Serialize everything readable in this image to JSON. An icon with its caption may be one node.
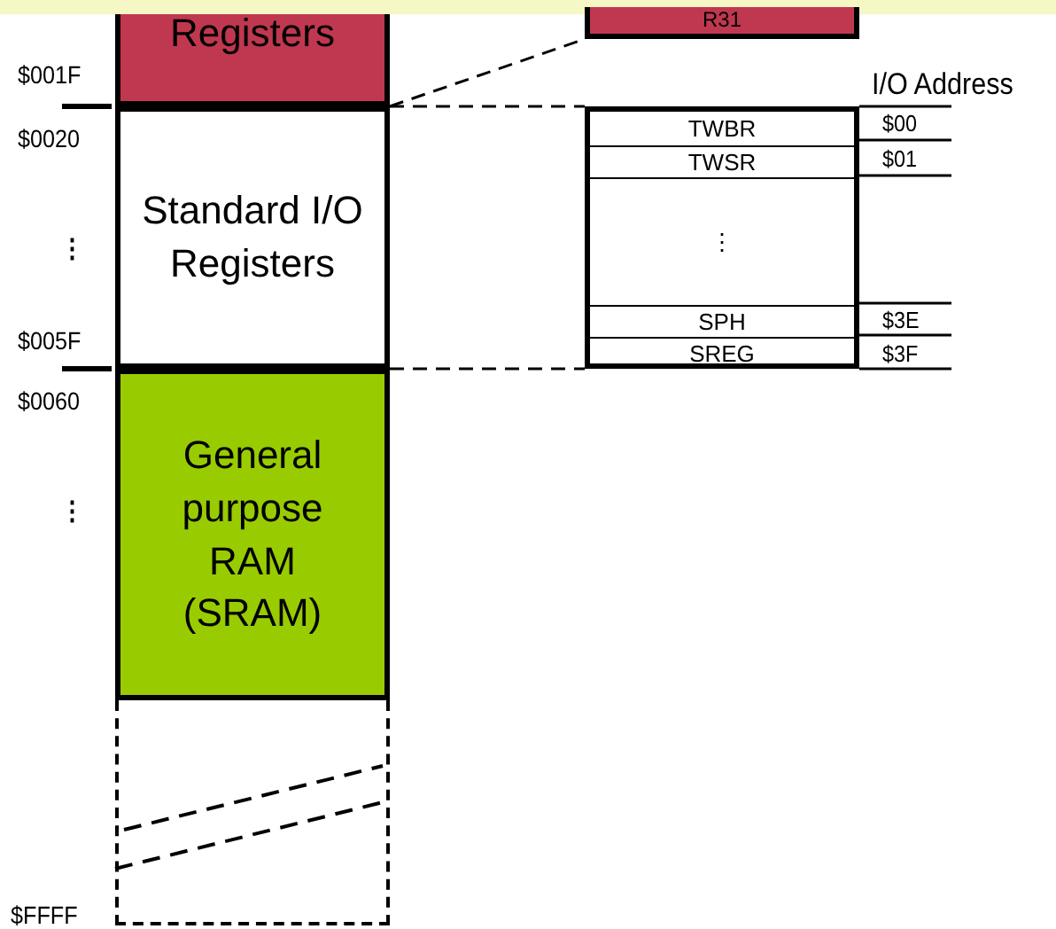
{
  "diagram": {
    "nodes": [
      {
        "text": [
          "Registers"
        ]
      },
      {
        "text": [
          "R31"
        ]
      },
      {
        "text": [
          "Standard I/O Registers"
        ]
      },
      {
        "text": [
          "General purpose RAM (SRAM)"
        ]
      },
      {
        "text": [],
        "shape": "box"
      },
      {
        "text": [],
        "shape": "box"
      },
      {
        "text": [
          "TWBR"
        ],
        "in": 5
      },
      {
        "text": [
          "TWSR"
        ],
        "in": 5
      },
      {
        "text": [
          "⋮"
        ],
        "in": 5
      },
      {
        "text": [
          "SPH"
        ],
        "in": 5
      },
      {
        "text": [
          "SREG"
        ],
        "in": 5
      }
    ],
    "edges": [
      {
        "from": 2,
        "to": 1,
        "arrow": "none",
        "style": "dashed"
      },
      {
        "from": 2,
        "to": 5,
        "arrow": "none",
        "style": "dashed"
      },
      {
        "from": 2,
        "to": 5,
        "arrow": "none",
        "style": "dashed"
      }
    ],
    "labels": [
      "$001F",
      "$0020",
      "⋮",
      "$005F",
      "$0060",
      "⋮",
      "$FFFF",
      "I/O Address",
      "$00",
      "$01",
      "$3E",
      "$3F"
    ]
  }
}
